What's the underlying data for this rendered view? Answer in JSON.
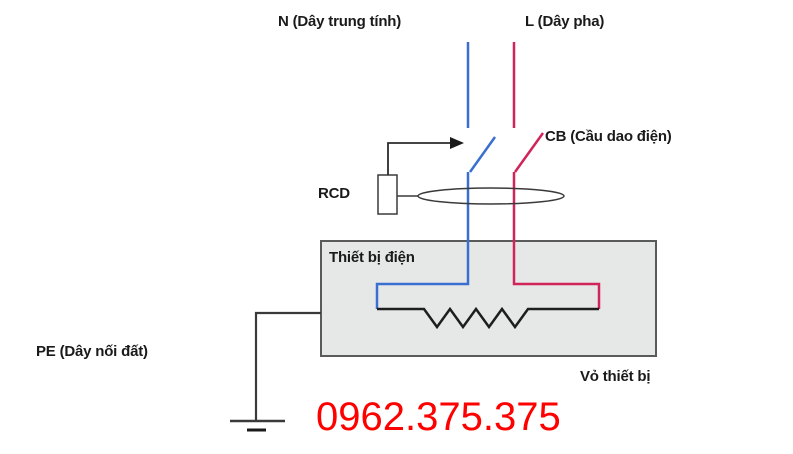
{
  "labels": {
    "neutral": "N (Dây trung tính)",
    "live": "L (Dây pha)",
    "breaker": "CB (Cầu dao điện)",
    "rcd": "RCD",
    "device": "Thiết bị điện",
    "ground": "PE (Dây nối đất)",
    "casing": "Vỏ thiết bị"
  },
  "phone": "0962.375.375",
  "colors": {
    "neutral_wire": "#3a6fd0",
    "live_wire": "#d0245a",
    "line": "#2b2b2b",
    "device_fill": "#e6e8e8",
    "device_border": "#5a5a5a",
    "phone": "#ff0000"
  }
}
